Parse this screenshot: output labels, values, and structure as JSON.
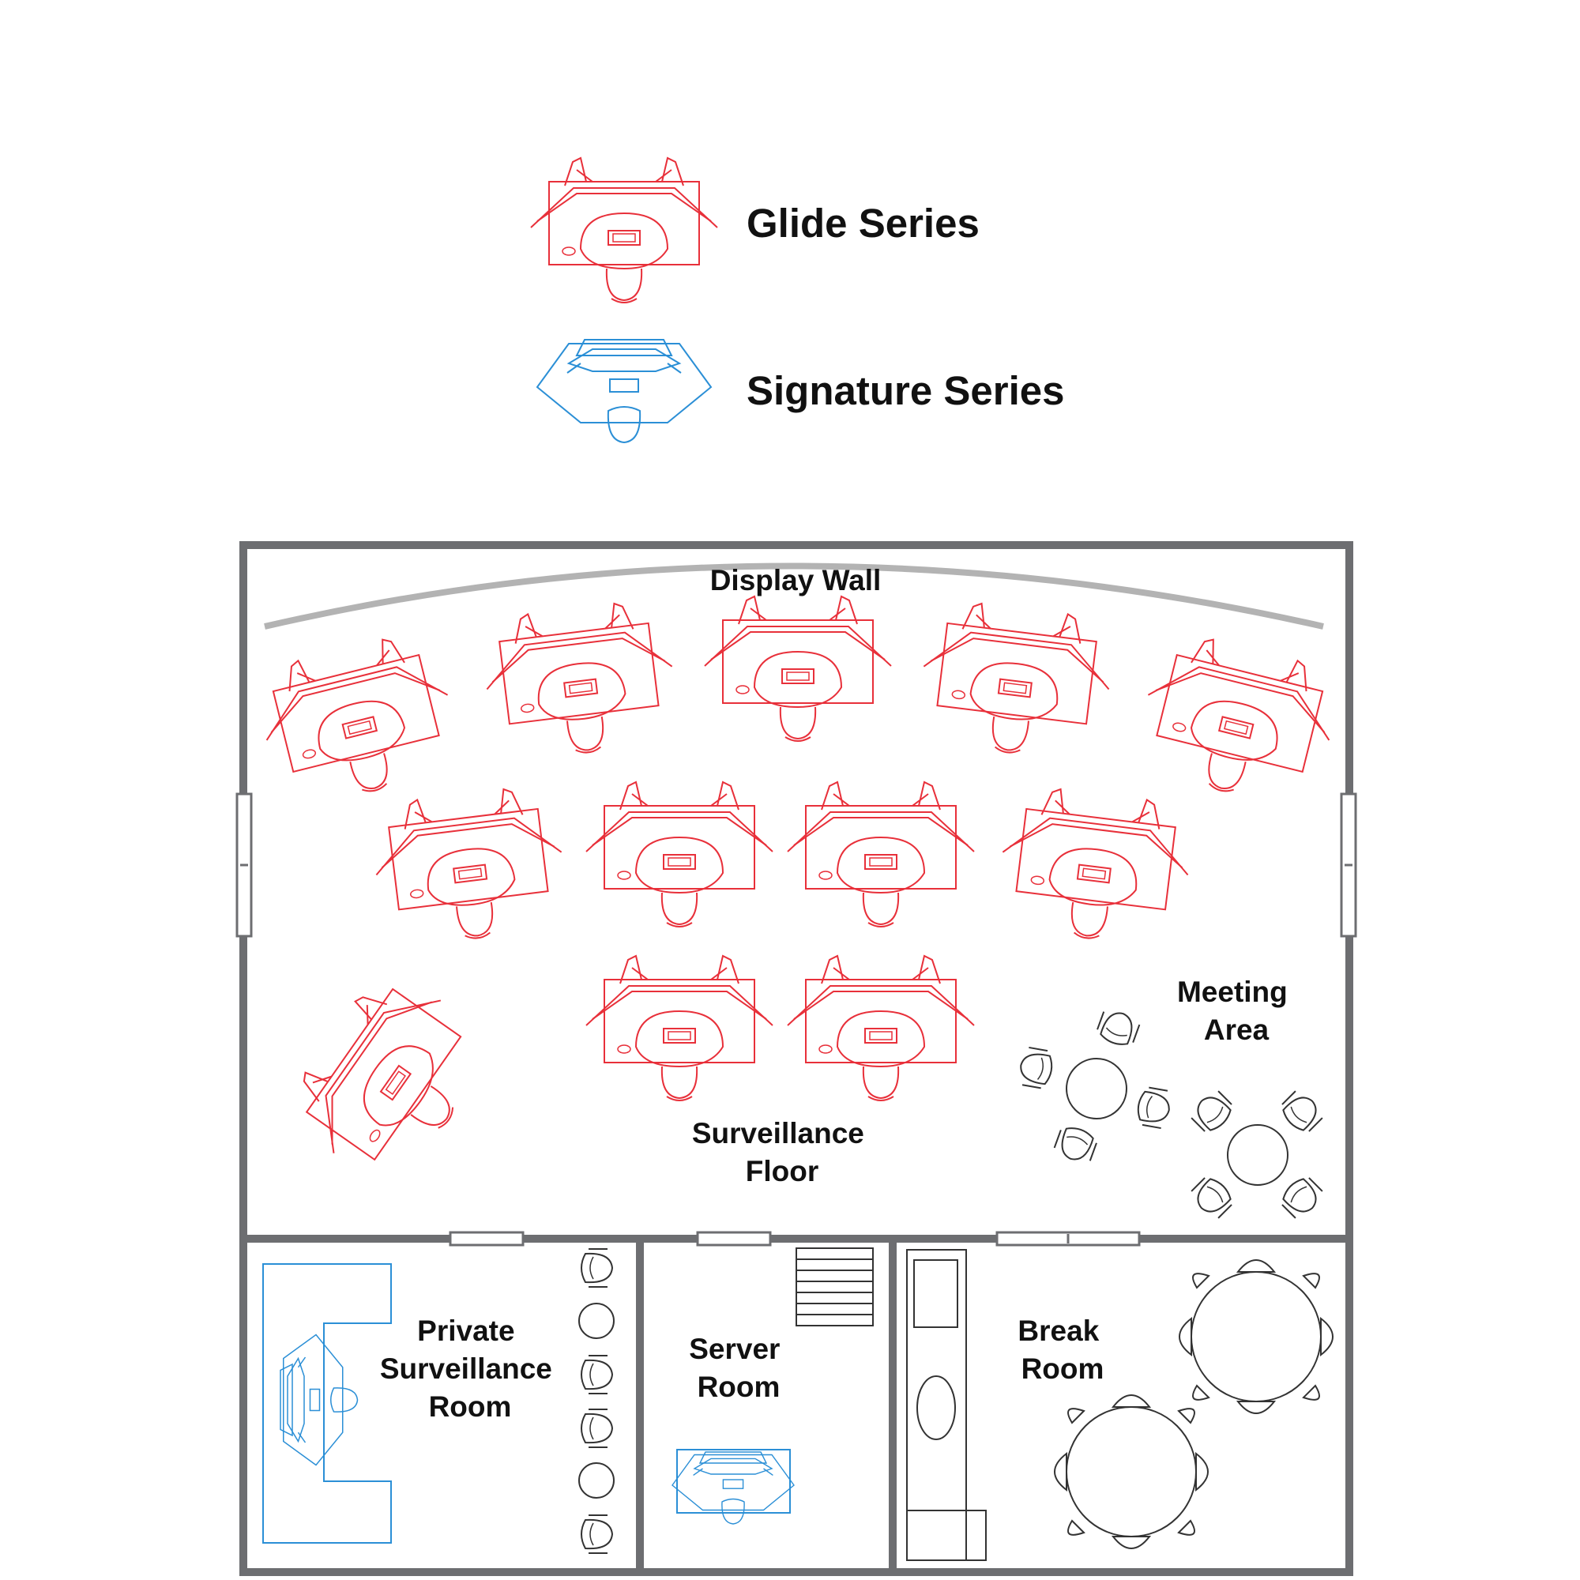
{
  "colors": {
    "glide": "#e8303a",
    "signature": "#2b8fd6",
    "wall": "#6d6e71",
    "display_wall": "#b3b3b3",
    "furniture": "#333333"
  },
  "legend": {
    "glide_label": "Glide Series",
    "signature_label": "Signature Series"
  },
  "rooms": {
    "display_wall": "Display Wall",
    "meeting_area": [
      "Meeting",
      "Area"
    ],
    "surveillance_floor": [
      "Surveillance",
      "Floor"
    ],
    "private_room": [
      "Private",
      "Surveillance",
      "Room"
    ],
    "server_room": [
      "Server",
      "Room"
    ],
    "break_room": [
      "Break",
      "Room"
    ]
  },
  "icons": {
    "glide_workstation": "glide-workstation-icon",
    "signature_workstation": "signature-workstation-icon",
    "chair": "chair-icon",
    "round_table": "round-table-icon",
    "door": "door-icon",
    "stairs": "stairs-icon"
  }
}
